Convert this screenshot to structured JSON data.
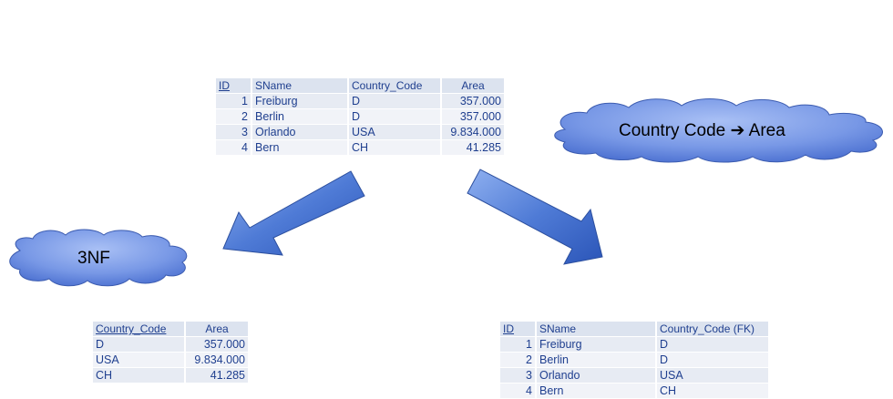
{
  "top_table": {
    "headers": [
      "ID",
      "SName",
      "Country_Code",
      "Area"
    ],
    "rows": [
      [
        "1",
        "Freiburg",
        "D",
        "357.000"
      ],
      [
        "2",
        "Berlin",
        "D",
        "357.000"
      ],
      [
        "3",
        "Orlando",
        "USA",
        "9.834.000"
      ],
      [
        "4",
        "Bern",
        "CH",
        "41.285"
      ]
    ]
  },
  "dependency_cloud": {
    "text": "Country Code ➔ Area"
  },
  "normal_form_cloud": {
    "text": "3NF"
  },
  "left_table": {
    "headers": [
      "Country_Code",
      "Area"
    ],
    "rows": [
      [
        "D",
        "357.000"
      ],
      [
        "USA",
        "9.834.000"
      ],
      [
        "CH",
        "41.285"
      ]
    ]
  },
  "right_table": {
    "headers": [
      "ID",
      "SName",
      "Country_Code (FK)"
    ],
    "rows": [
      [
        "1",
        "Freiburg",
        "D"
      ],
      [
        "2",
        "Berlin",
        "D"
      ],
      [
        "3",
        "Orlando",
        "USA"
      ],
      [
        "4",
        "Bern",
        "CH"
      ]
    ]
  },
  "colors": {
    "text": "#1f3f8f",
    "cloud_fill": "#6f8fdf",
    "arrow_fill": "#4a74d0"
  }
}
